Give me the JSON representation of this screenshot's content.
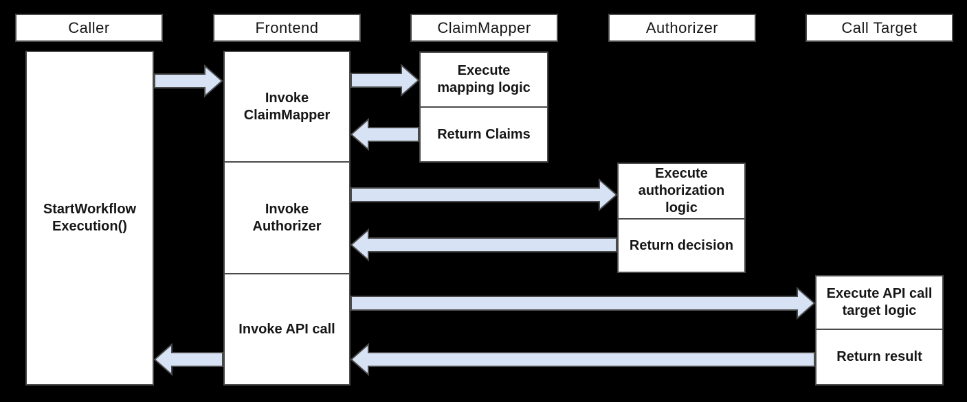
{
  "colors": {
    "background": "#000000",
    "box-fill": "#ffffff",
    "box-border": "#4a4a4a",
    "arrow-fill": "#d7e3f5",
    "arrow-stroke": "#4a4a4a",
    "text": "#161616"
  },
  "headers": {
    "caller": "Caller",
    "frontend": "Frontend",
    "claimmapper": "ClaimMapper",
    "authorizer": "Authorizer",
    "calltarget": "Call Target"
  },
  "steps": {
    "caller_start": "StartWorkflow\nExecution()",
    "fe_invoke_claimmapper": "Invoke\nClaimMapper",
    "fe_invoke_authorizer": "Invoke\nAuthorizer",
    "fe_invoke_api_call": "Invoke API call",
    "cm_execute_mapping": "Execute\nmapping logic",
    "cm_return_claims": "Return Claims",
    "az_execute_authorization": "Execute\nauthorization\nlogic",
    "az_return_decision": "Return decision",
    "ct_execute_target": "Execute API call\ntarget logic",
    "ct_return_result": "Return result"
  },
  "connections": [
    {
      "from": "Caller",
      "to": "Frontend"
    },
    {
      "from": "Frontend",
      "to": "ClaimMapper"
    },
    {
      "from": "ClaimMapper",
      "to": "Frontend"
    },
    {
      "from": "Frontend",
      "to": "Authorizer"
    },
    {
      "from": "Authorizer",
      "to": "Frontend"
    },
    {
      "from": "Frontend",
      "to": "Call Target"
    },
    {
      "from": "Call Target",
      "to": "Frontend"
    },
    {
      "from": "Frontend",
      "to": "Caller"
    }
  ]
}
